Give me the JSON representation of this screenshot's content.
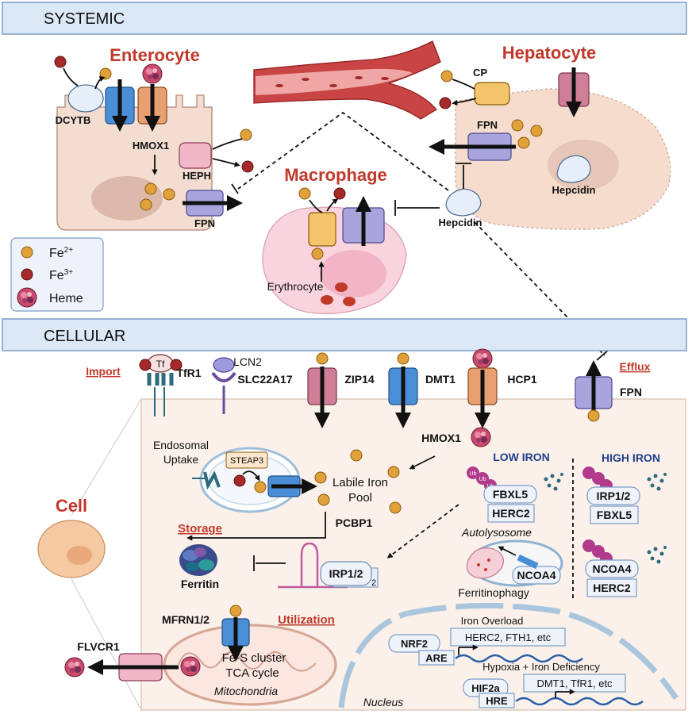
{
  "sections": {
    "systemic": "SYSTEMIC",
    "cellular": "CELLULAR"
  },
  "systemic": {
    "enterocyte": "Enterocyte",
    "hepatocyte": "Hepatocyte",
    "macrophage": "Macrophage",
    "dcytb": "DCYTB",
    "hmox1": "HMOX1",
    "heph": "HEPH",
    "fpn_enterocyte": "FPN",
    "cp": "CP",
    "fpn_hepatocyte": "FPN",
    "hepcidin_liver": "Hepcidin",
    "hepcidin_blood": "Hepcidin",
    "erythrocyte": "Erythrocyte"
  },
  "legend": {
    "fe2": "Fe",
    "fe2_sup": "2+",
    "fe3": "Fe",
    "fe3_sup": "3+",
    "heme": "Heme"
  },
  "cellular": {
    "import": "Import",
    "efflux": "Efflux",
    "tf": "Tf",
    "tfr1": "TfR1",
    "lcn2": "LCN2",
    "slc22a17": "SLC22A17",
    "zip14": "ZIP14",
    "dmt1": "DMT1",
    "hcp1": "HCP1",
    "fpn": "FPN",
    "hmox1": "HMOX1",
    "cell": "Cell",
    "endosomal_1": "Endosomal",
    "endosomal_2": "Uptake",
    "steap3": "STEAP3",
    "lip_1": "Labile Iron",
    "lip_2": "Pool",
    "pcbp1": "PCBP1",
    "storage": "Storage",
    "ferritin": "Ferritin",
    "irp12": "IRP1/2",
    "irp_sub": "2",
    "low_iron": "LOW IRON",
    "high_iron": "HIGH IRON",
    "fbxl5_low": "FBXL5",
    "herc2_low": "HERC2",
    "irp12_high": "IRP1/2",
    "fbxl5_high": "FBXL5",
    "ncoa4_high": "NCOA4",
    "herc2_high": "HERC2",
    "ub": "Ub",
    "autolysosome": "Autolysosome",
    "ncoa4": "NCOA4",
    "ferritinophagy": "Ferritinophagy",
    "mfrn12": "MFRN1/2",
    "utilization": "Utilization",
    "fes_1": "Fe-S cluster",
    "fes_2": "TCA cycle",
    "mito": "Mitochondria",
    "flvcr1": "FLVCR1",
    "iron_overload": "Iron Overload",
    "nrf2": "NRF2",
    "are": "ARE",
    "herc2_fth1": "HERC2, FTH1, etc",
    "hypoxia": "Hypoxia + Iron Deficiency",
    "hif2a": "HIF2a",
    "hre": "HRE",
    "dmt1_tfr1": "DMT1, TfR1, etc",
    "nucleus": "Nucleus"
  },
  "colors": {
    "title_red": "#c0392b",
    "banner": "#dbe8f6",
    "navy": "#1f3e8c",
    "fe2": "#e0a13a",
    "fe3": "#a52a2a"
  }
}
